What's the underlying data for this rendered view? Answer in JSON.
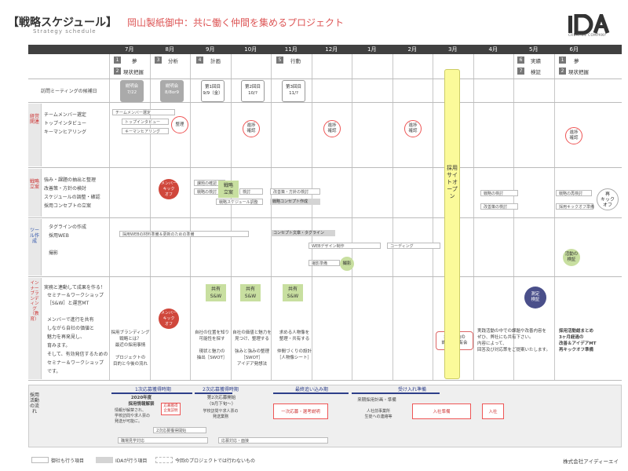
{
  "header": {
    "title": "【戦略スケジュール】",
    "subtitle": "岡山製紙御中：共に働く仲間を集めるプロジェクト",
    "english": "Strategy schedule",
    "logo_text": "IDA",
    "logo_sub": "CREATIVE COMPANY"
  },
  "months": [
    "7月",
    "8月",
    "9月",
    "10月",
    "11月",
    "12月",
    "1月",
    "2月",
    "3月",
    "4月",
    "5月",
    "6月"
  ],
  "phases": [
    {
      "num": "1",
      "label": "夢"
    },
    {
      "num": "2",
      "label": "現状把握"
    },
    {
      "num": "3",
      "label": "分析"
    },
    {
      "num": "4",
      "label": "計画"
    },
    {
      "num": "5",
      "label": "行動"
    },
    {
      "num": "6",
      "label": "実績"
    },
    {
      "num": "7",
      "label": "検証"
    },
    {
      "num": "1",
      "label": "夢"
    },
    {
      "num": "2",
      "label": "現状把握"
    }
  ],
  "meeting_row": {
    "label": "訪問ミーティングの候補日",
    "meetings": [
      {
        "top": "説明会",
        "bottom": "7/22"
      },
      {
        "top": "説明会",
        "bottom": "8/8or9"
      },
      {
        "top": "第1回目",
        "bottom": "9/9（金）"
      },
      {
        "top": "第2回目",
        "bottom": "10/?"
      },
      {
        "top": "第3回目",
        "bottom": "11/?"
      }
    ]
  },
  "categories": {
    "management": "経営関連",
    "strategy": "戦略立案",
    "tools": "ツール作成",
    "branding": "インナーブランディング（教育）",
    "recruit": "採用活動の流れ"
  },
  "management": {
    "items": [
      "チームメンバー選定",
      "トップインタビュー",
      "キーマンヒアリング"
    ],
    "arrows": [
      "チームメンバー選定",
      "トップインタビュー",
      "キーマンヒアリング"
    ],
    "circle_sort": "整理",
    "circle_confirm": "進捗\n確認"
  },
  "strategy": {
    "items": [
      "強み・課題の抽出と整理",
      "改善策・方針の検討",
      "スケジュールの調整・確認",
      "採用コンセプトの立案"
    ],
    "kickoff": "メンバー\nキック\nオフ",
    "box_plan": "戦略\n立案",
    "arrows": {
      "a1": "課題の確認",
      "a2": "戦略の検討",
      "a3": "検討",
      "a4": "戦略スケジュール調整",
      "a5": "改善策・方針の検討",
      "a6": "戦略コンセプト作成",
      "a7": "戦略の検討",
      "a8": "改善策の検討",
      "a9": "戦略の再検討",
      "a10": "採用キックオフ準備"
    },
    "re_kickoff": "再\nキック\nオフ"
  },
  "tools": {
    "items": [
      "タグラインの作成",
      "採用WEB",
      "撮影"
    ],
    "arrows": {
      "t1": "採用WEBの材料準備＆更新のための準備",
      "t2": "コンセプト文章・タグライン",
      "t3": "WEBデザイン制作",
      "t4": "コーディング",
      "t5": "撮影準備"
    },
    "shoot": "撮影",
    "verify": "活動の\n検証"
  },
  "branding": {
    "intro": [
      "実務と連動して成果を作る！",
      "セミナー＆ワークショップ",
      "［S&W］と運営MT"
    ],
    "body": [
      "メンバーで進行を共有",
      "しながら自社の価値と",
      "魅力を再発見し、",
      "育みます。",
      "そして、有効発信するための",
      "セミナー＆ワークショップ",
      "です。"
    ],
    "kickoff": "メンバー\nキック\nオフ",
    "share": "共有\nS&W",
    "notes": [
      "採用ブランディング\n戦略とは？\n最近の採用事情\n\nプロジェクトの\n目的と今後の流れ",
      "自社の位置を知り\n可能性を探す\n\n現状と魅力の\n抽出［SWOT］",
      "自社の価値と魅力を\n見つけ、整理する\n\n強みと強みの整理\n［SWOT］\nアイデア発想法",
      "求める人物像を\n整理・共有する\n\n仲間づくりの設計\n［人物像シート］"
    ],
    "explain": "採用活動の\n説明＆共有会",
    "check": "測定\n検証",
    "result_note": "実践活動の中での課題や改善内容を\nぜひ、弊社にも共有下さい。\n内容によって、\n回答及び対応策をご提案いたします。",
    "final_note": "採用活動総まとめ\n3ヶ月経過の\n改善＆アイデアMT\n再キックオフ準備"
  },
  "yellow_bar": "採用サイトオープン",
  "recruit": {
    "l1": "1次応募獲得時期",
    "l2": "2次応募獲得時期",
    "l3": "最終追い込み期",
    "l4": "受け入れ準備",
    "n1": "2020年度\n採用情報解禁",
    "n1b": "情報が解禁され、\n学校訪問や求人票の\n発送が可能に。",
    "r1": "応募獲得\n企業説明",
    "n2": "第2次応募開始\n（9月下旬〜）",
    "n2b": "学校訪問や求人票の\n発送業務",
    "r2": "一次応募・選考説明",
    "n3": "来期採用計画・準備",
    "n3b": "人社前事業所\n生徒への連絡等",
    "r3": "入社準備",
    "r4": "入社",
    "g1": "2次応募獲得開始",
    "g2": "職場見学対応",
    "g3": "応募対応・面接"
  },
  "legend": {
    "l1": "御社も行う項目",
    "l2": "IDAが行う項目",
    "l3": "今回のプロジェクトでは行わないもの"
  },
  "company": "株式会社アイディーエイ",
  "colors": {
    "accent_red": "#d0473c",
    "highlight_yellow": "#fbfa9a",
    "navy": "#4a4f8a",
    "green": "#c8dfa0"
  }
}
